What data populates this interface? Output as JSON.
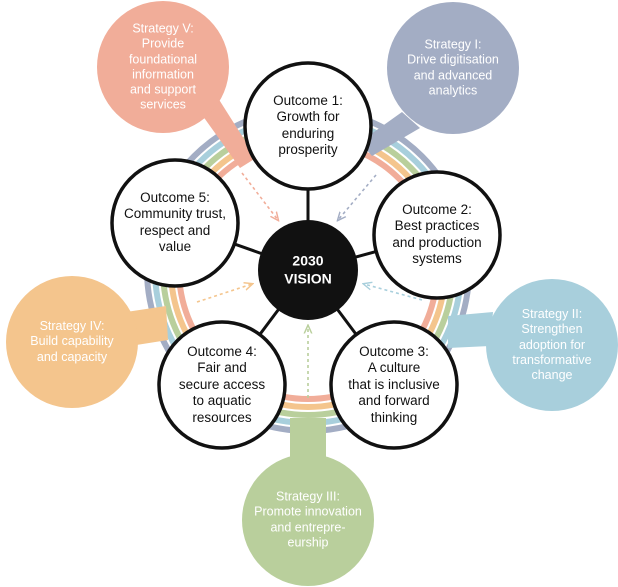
{
  "vision": {
    "label": "2030\nVISION"
  },
  "outcomes": [
    {
      "id": "outcome-1",
      "label": "Outcome 1:\nGrowth for\nenduring\nprosperity"
    },
    {
      "id": "outcome-2",
      "label": "Outcome 2:\nBest practices\nand production\nsystems"
    },
    {
      "id": "outcome-3",
      "label": "Outcome 3:\nA culture\nthat is inclusive\nand forward\nthinking"
    },
    {
      "id": "outcome-4",
      "label": "Outcome 4:\nFair and\nsecure access\nto aquatic\nresources"
    },
    {
      "id": "outcome-5",
      "label": "Outcome 5:\nCommunity trust,\nrespect and\nvalue"
    }
  ],
  "strategies": [
    {
      "id": "strategy-1",
      "label": "Strategy I:\nDrive digitisation\nand advanced\nanalytics",
      "color": "#a3adc4"
    },
    {
      "id": "strategy-2",
      "label": "Strategy II:\nStrengthen\nadoption for\ntransformative\nchange",
      "color": "#a8cfdc"
    },
    {
      "id": "strategy-3",
      "label": "Strategy III:\nPromote innovation\nand entrepre-\neurship",
      "color": "#b9cf9c"
    },
    {
      "id": "strategy-4",
      "label": "Strategy IV:\nBuild capability\nand capacity",
      "color": "#f4c58d"
    },
    {
      "id": "strategy-5",
      "label": "Strategy V:\nProvide\nfoundational\ninformation\nand support\nservices",
      "color": "#f1ad99"
    }
  ]
}
